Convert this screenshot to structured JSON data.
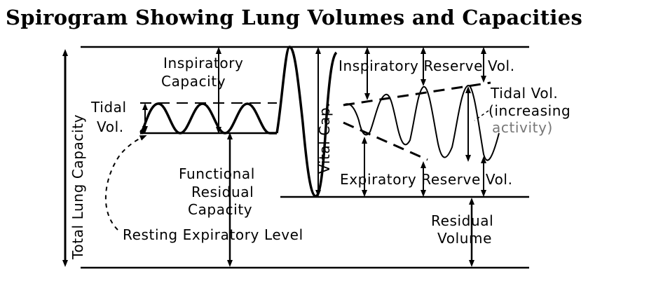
{
  "title": "Spirogram Showing Lung Volumes and Capacities",
  "labels": {
    "total_lung_capacity": "Total Lung Capacity",
    "inspiratory_capacity_line1": "Inspiratory",
    "inspiratory_capacity_line2": "Capacity",
    "tidal_line1": "Tidal",
    "tidal_line2": "Vol.",
    "frc_line1": "Functional",
    "frc_line2": "Residual",
    "frc_line3": "Capacity",
    "resting_expiratory_level": "Resting Expiratory Level",
    "vital_capacity": "Vital Cap.",
    "inspiratory_reserve": "Inspiratory Reserve Vol.",
    "tidal_increasing_line1": "Tidal Vol.",
    "tidal_increasing_line2": "(increasing",
    "tidal_increasing_line3": "activity)",
    "expiratory_reserve": "Expiratory Reserve Vol.",
    "residual_line1": "Residual",
    "residual_line2": "Volume"
  },
  "colors": {
    "ink": "#000000",
    "faded_text": "#777777",
    "background": "#ffffff"
  }
}
